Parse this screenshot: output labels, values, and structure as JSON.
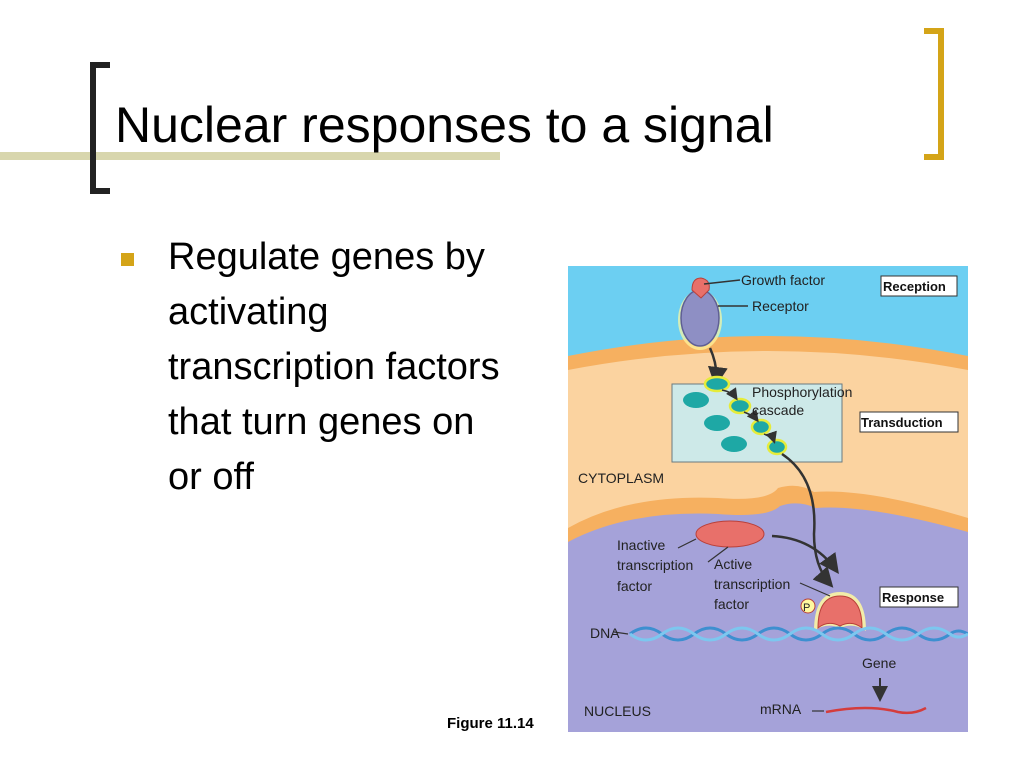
{
  "slide": {
    "title": "Nuclear responses to a signal",
    "bullet": "Regulate genes by activating transcription factors that turn genes on or off",
    "caption": "Figure 11.14"
  },
  "figure": {
    "labels": {
      "growth_factor": "Growth factor",
      "receptor": "Receptor",
      "phosphorylation_1": "Phosphorylation",
      "phosphorylation_2": "cascade",
      "cytoplasm": "CYTOPLASM",
      "inactive_1": "Inactive",
      "inactive_2": "transcription",
      "inactive_3": "factor",
      "active_1": "Active",
      "active_2": "transcription",
      "active_3": "factor",
      "phosphate": "P",
      "dna": "DNA",
      "gene": "Gene",
      "nucleus": "NUCLEUS",
      "mrna": "mRNA"
    },
    "stages": {
      "reception": "Reception",
      "transduction": "Transduction",
      "response": "Response"
    }
  },
  "colors": {
    "bracket_left": "#222222",
    "bracket_right": "#d4a418",
    "bullet": "#d4a418",
    "extracellular": "#6ccff2",
    "cytoplasm": "#fbd3a0",
    "membrane": "#f6b060",
    "nucleus": "#a5a2d9",
    "receptor": "#8e8fc4",
    "transcription_factor": "#e8706a",
    "kinase": "#1ea8a5",
    "dna": "#5fb7e8"
  }
}
